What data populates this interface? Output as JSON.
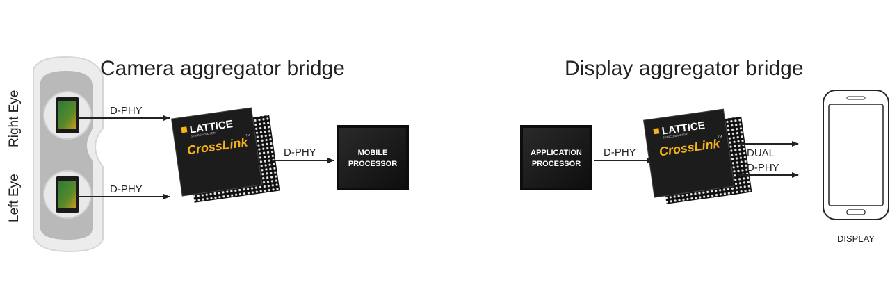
{
  "camera": {
    "title": "Camera aggregator bridge",
    "right_eye_label": "Right Eye",
    "left_eye_label": "Left Eye",
    "link_top": "D-PHY",
    "link_bottom": "D-PHY",
    "link_out": "D-PHY",
    "chip": {
      "brand": "LATTICE",
      "brand_sub": "SEMICONDUCTOR",
      "product": "CrossLink",
      "tm": "™"
    },
    "mobile_processor": [
      "MOBILE",
      "PROCESSOR"
    ]
  },
  "display": {
    "title": "Display aggregator bridge",
    "app_processor": [
      "APPLICATION",
      "PROCESSOR"
    ],
    "link_in": "D-PHY",
    "chip": {
      "brand": "LATTICE",
      "brand_sub": "SEMICONDUCTOR",
      "product": "CrossLink",
      "tm": "™"
    },
    "link_out_line1": "DUAL",
    "link_out_line2": "D-PHY",
    "display_caption": "DISPLAY"
  },
  "colors": {
    "chip_body": "#1c1c1c",
    "accent_orange": "#f5b21a",
    "sensor_green": "#3f8a3a",
    "headset": "#bdbdbd"
  }
}
